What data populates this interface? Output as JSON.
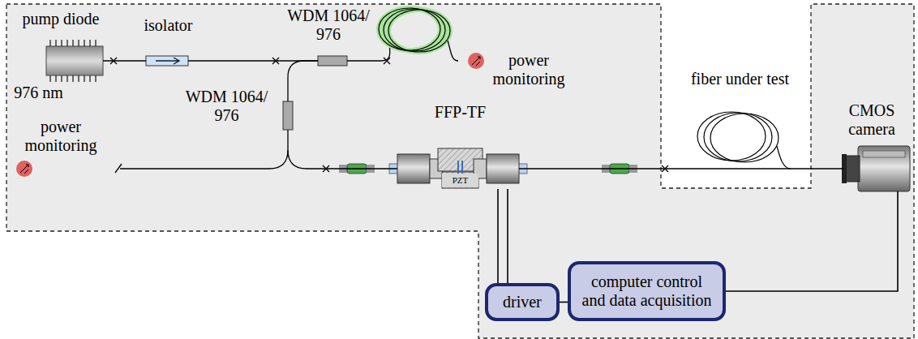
{
  "diagram": {
    "nodes": [
      {
        "text": [
          "pump diode",
          "976 nm"
        ]
      },
      {
        "text": [
          "isolator"
        ]
      },
      {
        "text": [
          "WDM 1064/ 976"
        ]
      },
      {
        "text": [
          "WDM 1064/ 976"
        ]
      },
      {
        "text": [
          "FFP-TF",
          "PZT"
        ]
      },
      {
        "text": [
          "CMOS camera"
        ]
      },
      {
        "text": [
          "driver"
        ]
      },
      {
        "text": [
          "computer control and data acquisition"
        ]
      }
    ],
    "edges": [
      {
        "from": 0,
        "to": 1,
        "arrow": "none"
      },
      {
        "from": 1,
        "to": 2,
        "arrow": "none"
      },
      {
        "from": 2,
        "to": 3,
        "arrow": "none"
      },
      {
        "from": 3,
        "to": 4,
        "arrow": "none"
      },
      {
        "from": 4,
        "to": 5,
        "arrow": "none"
      },
      {
        "from": 4,
        "to": 6,
        "arrow": "none"
      },
      {
        "from": 6,
        "to": 7,
        "arrow": "none"
      },
      {
        "from": 7,
        "to": 5,
        "arrow": "none"
      }
    ],
    "labels": [
      "power monitoring",
      "power monitoring",
      "fiber under test"
    ]
  }
}
